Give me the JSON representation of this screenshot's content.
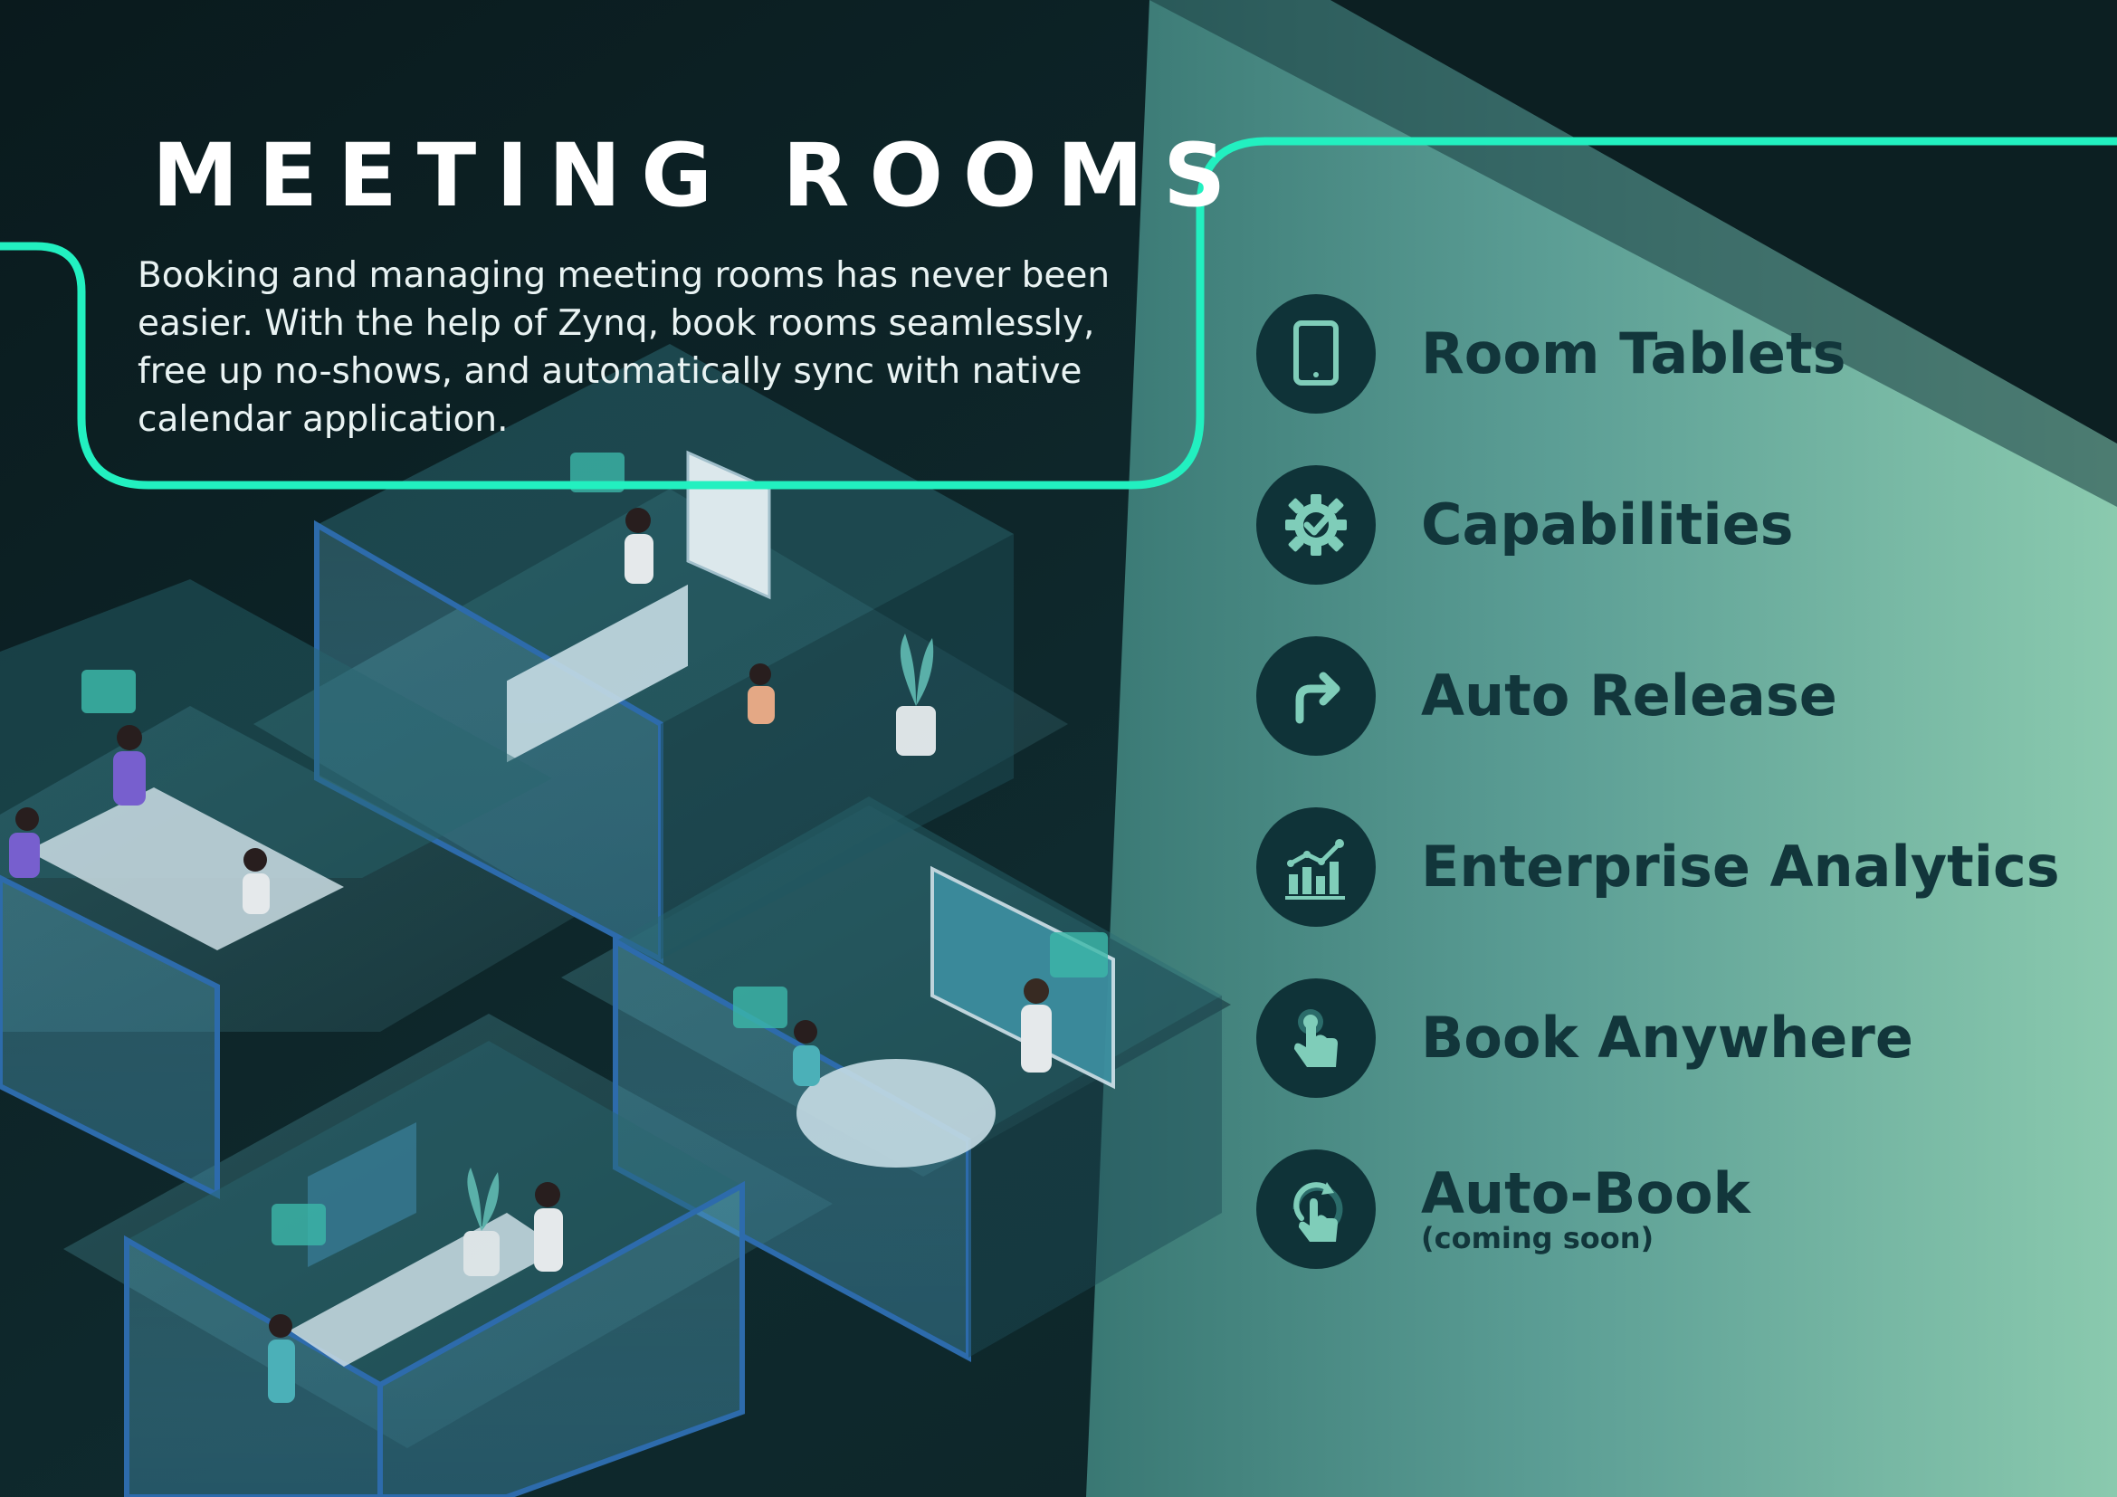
{
  "header": {
    "title": "MEETING ROOMS",
    "intro": "Booking and managing meeting rooms has never been easier. With the help of Zynq, book rooms seamlessly, free up no-shows, and automatically sync with native calendar application."
  },
  "features": [
    {
      "label": "Room Tablets",
      "note": "",
      "icon": "tablet-icon"
    },
    {
      "label": "Capabilities",
      "note": "",
      "icon": "gear-check-icon"
    },
    {
      "label": "Auto Release",
      "note": "",
      "icon": "arrow-turn-right-icon"
    },
    {
      "label": "Enterprise Analytics",
      "note": "",
      "icon": "bar-chart-icon"
    },
    {
      "label": "Book Anywhere",
      "note": "",
      "icon": "tap-finger-icon"
    },
    {
      "label": "Auto-Book",
      "note": "(coming soon)",
      "icon": "finger-refresh-icon"
    }
  ],
  "colors": {
    "background_dark": "#0b1d20",
    "accent_neon": "#22f0c0",
    "panel_gradient_start": "#4a8f88",
    "panel_gradient_end": "#93d6b9",
    "feature_text": "#12363b",
    "icon_circle": "#0f3338",
    "icon_glyph": "#7fcdb9"
  }
}
